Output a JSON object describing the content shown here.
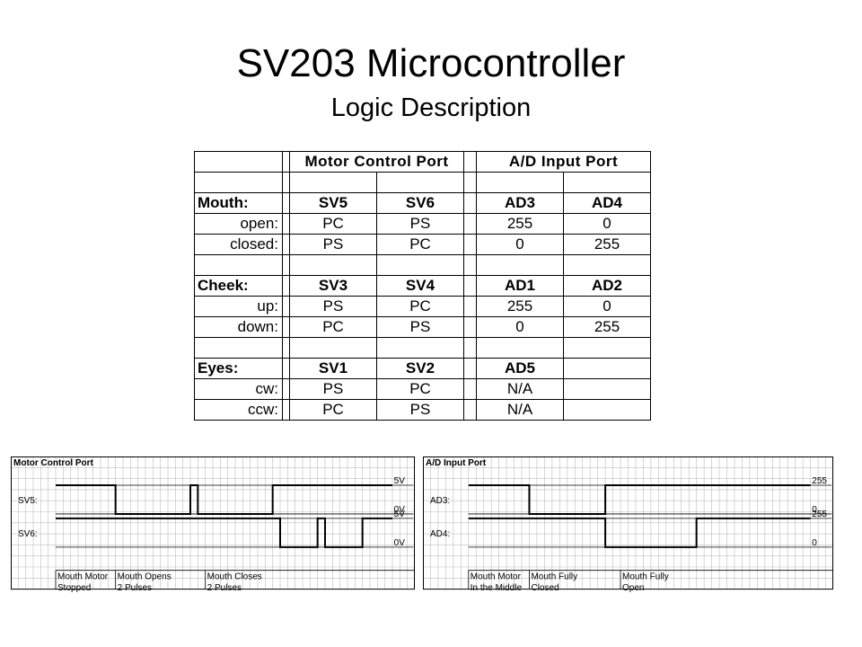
{
  "title": "SV203 Microcontroller",
  "subtitle": "Logic Description",
  "table": {
    "header": {
      "motor": "Motor Control Port",
      "ad": "A/D Input Port"
    },
    "groups": [
      {
        "name": "Mouth:",
        "cols": [
          "SV5",
          "SV6",
          "AD3",
          "AD4"
        ],
        "rows": [
          {
            "label": "open:",
            "vals": [
              "PC",
              "PS",
              "255",
              "0"
            ]
          },
          {
            "label": "closed:",
            "vals": [
              "PS",
              "PC",
              "0",
              "255"
            ]
          }
        ]
      },
      {
        "name": "Cheek:",
        "cols": [
          "SV3",
          "SV4",
          "AD1",
          "AD2"
        ],
        "rows": [
          {
            "label": "up:",
            "vals": [
              "PS",
              "PC",
              "255",
              "0"
            ]
          },
          {
            "label": "down:",
            "vals": [
              "PC",
              "PS",
              "0",
              "255"
            ]
          }
        ]
      },
      {
        "name": "Eyes:",
        "cols": [
          "SV1",
          "SV2",
          "AD5",
          ""
        ],
        "rows": [
          {
            "label": "cw:",
            "vals": [
              "PS",
              "PC",
              "N/A",
              ""
            ]
          },
          {
            "label": "ccw:",
            "vals": [
              "PC",
              "PS",
              "N/A",
              ""
            ]
          }
        ]
      }
    ]
  },
  "timing_left": {
    "title": "Motor Control Port",
    "signals": [
      {
        "name": "SV5:",
        "high_label": "5V",
        "low_label": "0V",
        "start": "high",
        "transitions": [
          14,
          24,
          25,
          35
        ]
      },
      {
        "name": "SV6:",
        "high_label": "5V",
        "low_label": "0V",
        "start": "high",
        "transitions": [
          36,
          41,
          42,
          47
        ]
      }
    ],
    "annotations": [
      {
        "col": 6,
        "lines": [
          "Mouth Motor",
          "Stopped"
        ]
      },
      {
        "col": 14,
        "lines": [
          "Mouth Opens",
          "2 Pulses"
        ]
      },
      {
        "col": 26,
        "lines": [
          "Mouth Closes",
          "2 Pulses"
        ]
      }
    ]
  },
  "timing_right": {
    "title": "A/D Input Port",
    "signals": [
      {
        "name": "AD3:",
        "high_label": "255",
        "low_label": "0",
        "start": "high",
        "transitions": [
          14,
          24
        ]
      },
      {
        "name": "AD4:",
        "high_label": "255",
        "low_label": "0",
        "start": "high",
        "transitions": [
          24,
          36
        ]
      }
    ],
    "annotations": [
      {
        "col": 6,
        "lines": [
          "Mouth Motor",
          "In the Middle"
        ]
      },
      {
        "col": 14,
        "lines": [
          "Mouth Fully",
          "Closed"
        ]
      },
      {
        "col": 26,
        "lines": [
          "Mouth Fully",
          "Open"
        ]
      }
    ]
  }
}
